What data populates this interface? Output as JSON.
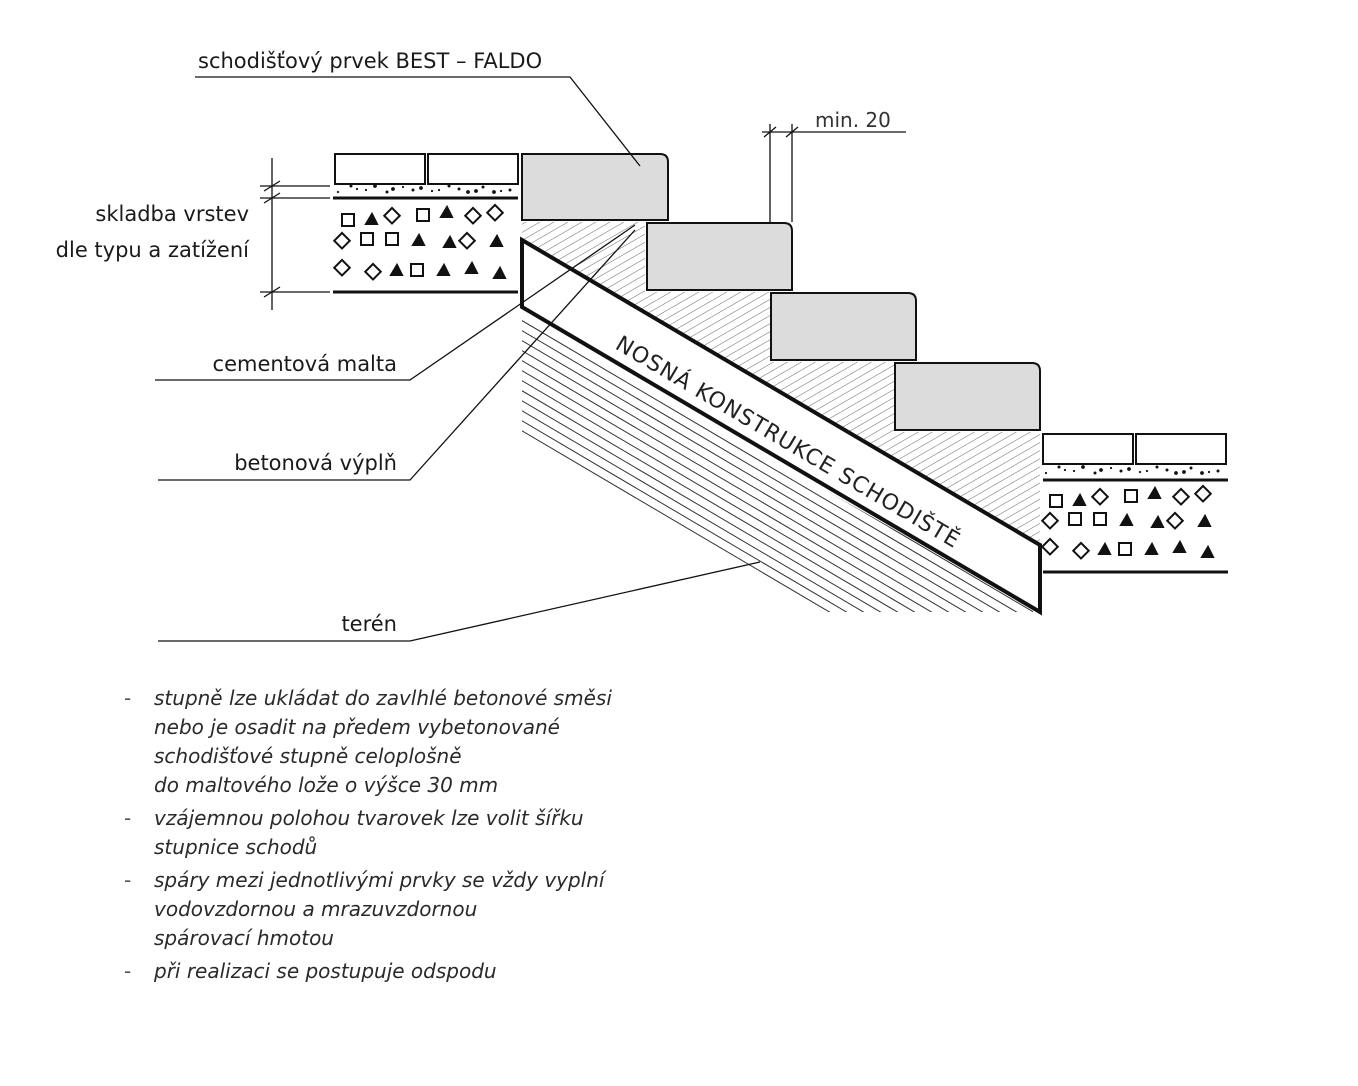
{
  "labels": {
    "element": "schodišťový prvek BEST – FALDO",
    "min": "min. 20",
    "layers_line1": "skladba vrstev",
    "layers_line2": "dle typu a zatížení",
    "mortar": "cementová malta",
    "concrete": "betonová výplň",
    "terrain": "terén",
    "structure": "NOSNÁ KONSTRUKCE SCHODIŠTĚ"
  },
  "notes": [
    {
      "dash": "-",
      "text": "stupně lze ukládat do zavlhlé betonové směsi\nnebo je osadit na předem vybetonované\nschodišťové stupně celoplošně\ndo maltového lože o výšce 30 mm"
    },
    {
      "dash": "-",
      "text": "vzájemnou polohou tvarovek lze volit šířku\nstupnice schodů"
    },
    {
      "dash": "-",
      "text": "spáry mezi jednotlivými prvky se vždy vyplní\nvodovzdornou a mrazuvzdornou\nspárovací hmotou"
    },
    {
      "dash": "-",
      "text": "při realizaci se postupuje odspodu"
    }
  ],
  "colors": {
    "block": "#dcdcdc",
    "line": "#111111"
  }
}
